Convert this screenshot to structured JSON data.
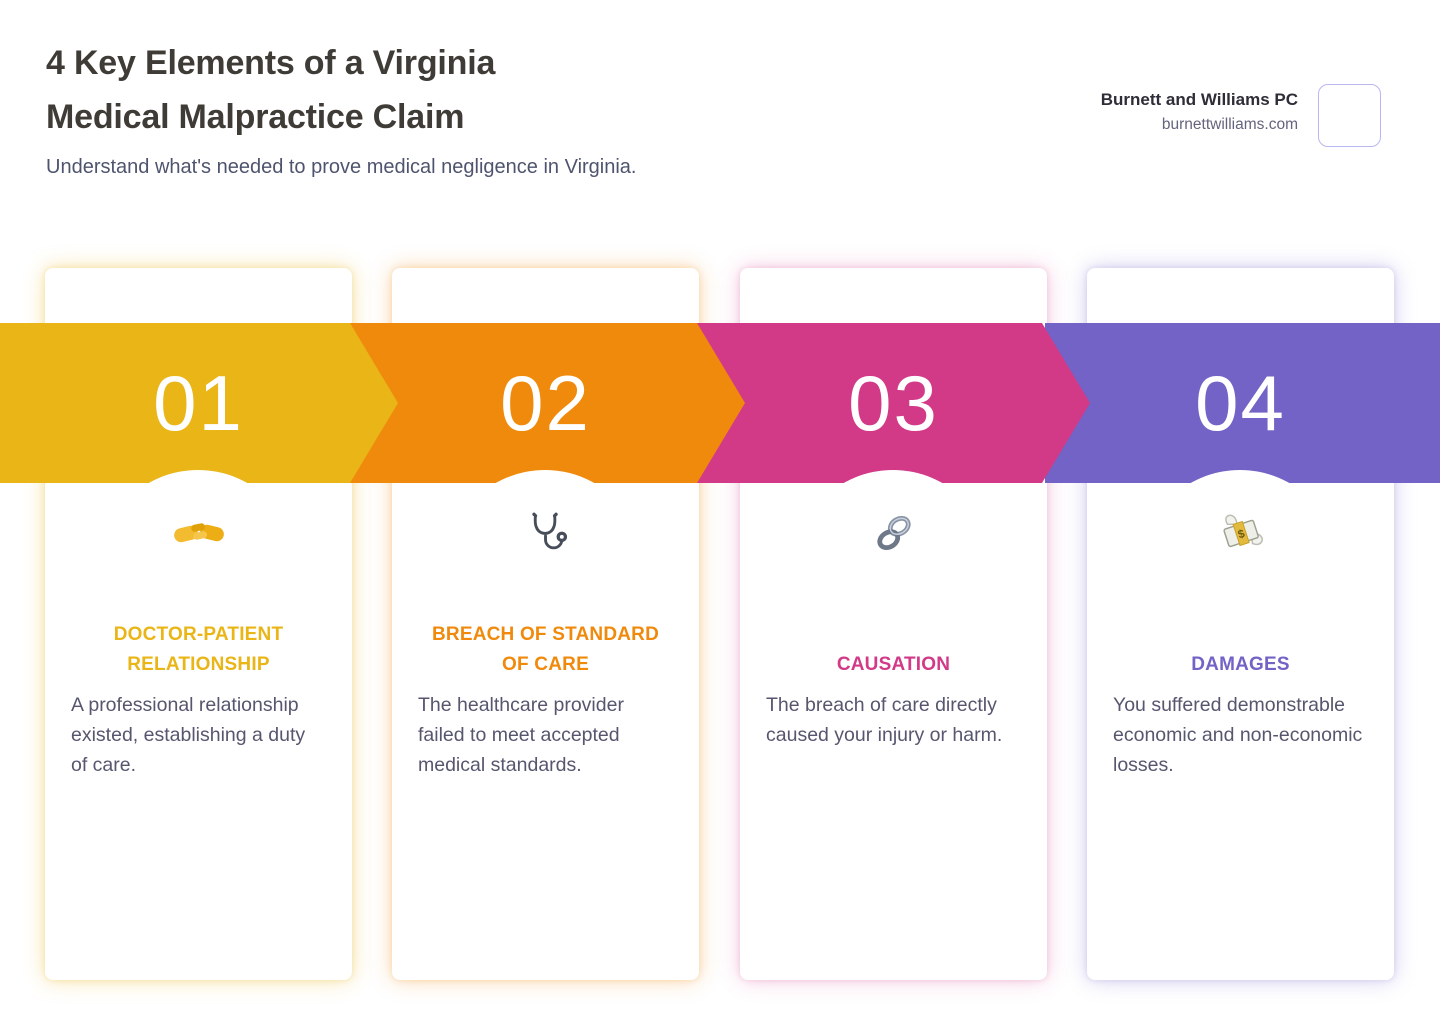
{
  "header": {
    "title_line1": "4 Key Elements of a Virginia",
    "title_line2": "Medical Malpractice Claim",
    "subtitle": "Understand what's needed to prove medical negligence in Virginia."
  },
  "brand": {
    "name": "Burnett and Williams PC",
    "website": "burnettwilliams.com"
  },
  "colors": {
    "step_yellow": "#E9B517",
    "step_orange": "#F08A0C",
    "step_pink": "#D23A87",
    "step_purple": "#7363C6",
    "title_text": "#3F3B36",
    "body_text": "#56566F",
    "logo_box_border": "#B9B7F0"
  },
  "steps": [
    {
      "number": "01",
      "title": "DOCTOR-PATIENT RELATIONSHIP",
      "description": "A professional relationship existed, establishing a duty of care.",
      "accent_color": "#E9B517",
      "icon": "handshake-icon"
    },
    {
      "number": "02",
      "title": "BREACH OF STANDARD OF CARE",
      "description": "The healthcare provider failed to meet accepted medical standards.",
      "accent_color": "#F08A0C",
      "icon": "stethoscope-icon"
    },
    {
      "number": "03",
      "title": "CAUSATION",
      "description": "The breach of care directly caused your injury or harm.",
      "accent_color": "#D23A87",
      "icon": "chain-link-icon"
    },
    {
      "number": "04",
      "title": "DAMAGES",
      "description": "You suffered demonstrable economic and non-economic losses.",
      "accent_color": "#7363C6",
      "icon": "money-with-wings-icon"
    }
  ]
}
